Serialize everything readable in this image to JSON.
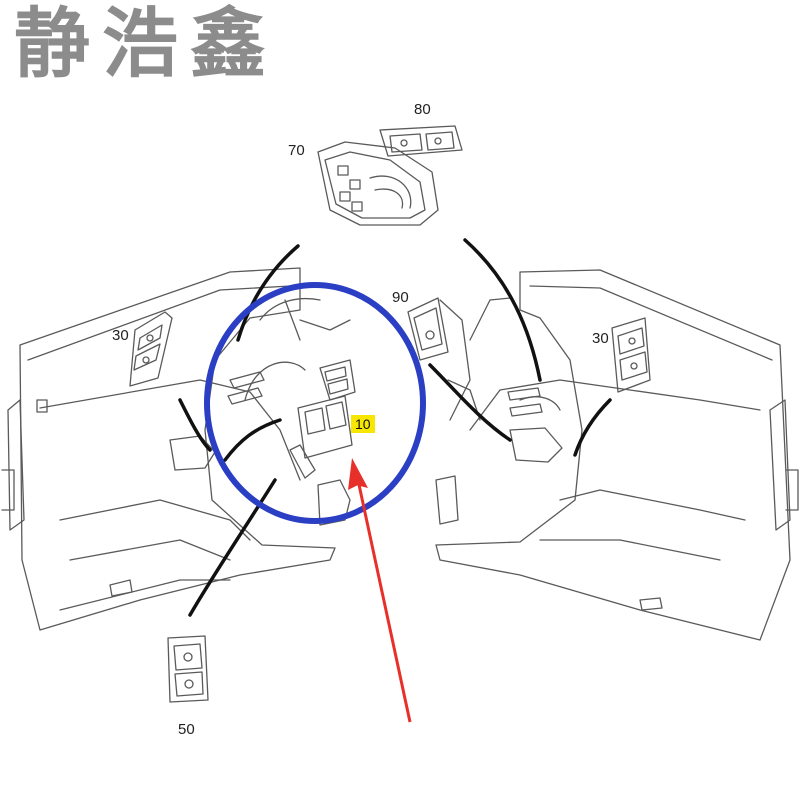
{
  "watermark": "静浩鑫",
  "callouts": {
    "c80": "80",
    "c70": "70",
    "c90": "90",
    "c30_left": "30",
    "c30_right": "30",
    "c10": "10",
    "c50": "50"
  },
  "colors": {
    "line": "#555555",
    "leader": "#111111",
    "circle": "#2b3fc4",
    "arrow": "#e8302a",
    "highlight": "#f7e600"
  },
  "icons": [
    "seat-switch-icon",
    "window-switch-icon",
    "seat-memory-switch-icon"
  ]
}
